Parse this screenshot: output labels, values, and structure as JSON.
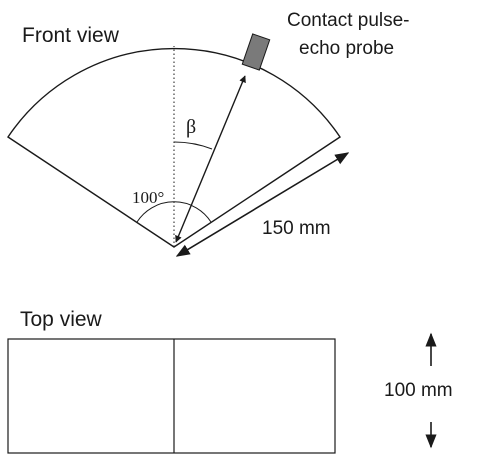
{
  "front_view": {
    "title": "Front view",
    "probe_label_line1": "Contact pulse-",
    "probe_label_line2": "echo probe",
    "angle_beta_label": "β",
    "sector_angle_label": "100°",
    "radius_label": "150 mm",
    "sector_angle_deg": 100,
    "radius_mm": 150
  },
  "top_view": {
    "title": "Top view",
    "thickness_label": "100 mm",
    "thickness_mm": 100
  },
  "colors": {
    "line": "#1a1a1a",
    "probe_fill": "#7a7a7a"
  }
}
